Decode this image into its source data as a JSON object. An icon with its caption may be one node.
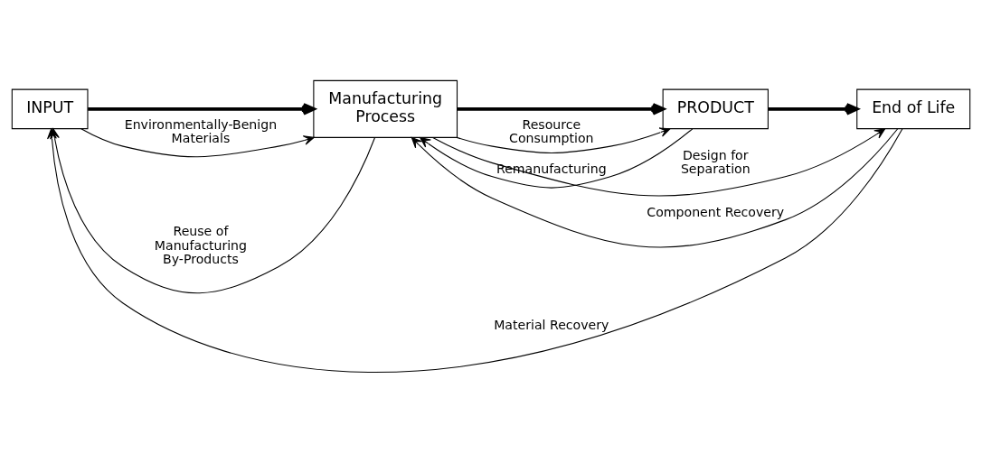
{
  "diagram": {
    "nodes": [
      {
        "text": [
          "INPUT"
        ]
      },
      {
        "text": [
          "Manufacturing Process"
        ]
      },
      {
        "text": [
          "PRODUCT"
        ]
      },
      {
        "text": [
          "End of Life"
        ]
      }
    ],
    "edges": [
      {
        "from": 0,
        "to": 1,
        "arrow": "to",
        "style": "thick"
      },
      {
        "from": 1,
        "to": 2,
        "arrow": "to",
        "style": "thick"
      },
      {
        "from": 2,
        "to": 3,
        "arrow": "to",
        "style": "thick"
      },
      {
        "from": 1,
        "to": 0,
        "arrow": "to",
        "label": "Reuse of Manufacturing By-Products"
      },
      {
        "from": 1,
        "to": 3,
        "arrow": "to",
        "label": "Design for Separation"
      },
      {
        "from": 1,
        "to": 2,
        "arrow": "to",
        "label": "Resource Consumption"
      },
      {
        "from": 0,
        "to": 1,
        "arrow": "to",
        "label": "Environmentally-Benign Materials"
      },
      {
        "from": 2,
        "to": 1,
        "arrow": "to",
        "label": "Remanufacturing"
      },
      {
        "from": 3,
        "to": 1,
        "arrow": "to",
        "label": "Component Recovery"
      },
      {
        "from": 3,
        "to": 0,
        "arrow": "to",
        "label": "Material Recovery"
      }
    ]
  }
}
